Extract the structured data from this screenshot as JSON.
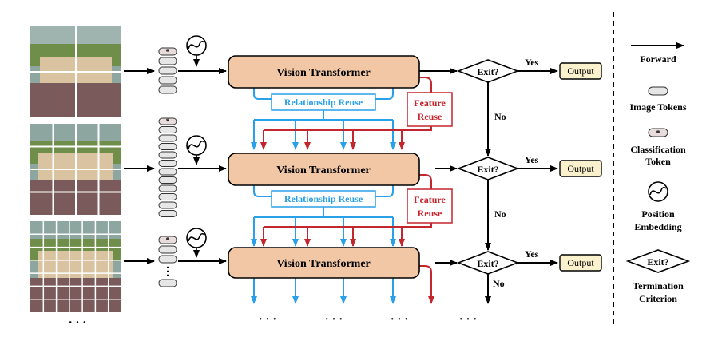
{
  "vit_label": "Vision Transformer",
  "exit_label": "Exit?",
  "yes_label": "Yes",
  "no_label": "No",
  "output_label": "Output",
  "relationship_reuse": "Relationship Reuse",
  "feature_reuse_line1": "Feature",
  "feature_reuse_line2": "Reuse",
  "ellipsis": "· · ·",
  "legend": {
    "forward": "Forward",
    "image_tokens": "Image Tokens",
    "classification_line1": "Classification",
    "classification_line2": "Token",
    "position_line1": "Position",
    "position_line2": "Embedding",
    "termination_line1": "Termination",
    "termination_line2": "Criterion",
    "exit": "Exit?"
  },
  "colors": {
    "vit_fill": "#F2C7A5",
    "output_fill": "#FBF1CC",
    "blue": "#29A0E8",
    "red": "#C4262E",
    "photo_sky": "#8EA6A0",
    "photo_lawn": "#6F8E4A",
    "photo_building": "#D9C3A0",
    "photo_crowd": "#7A5A5A"
  },
  "stages": [
    {
      "grid": 2,
      "tokens": 4
    },
    {
      "grid": 4,
      "tokens": 12
    },
    {
      "grid": 7,
      "tokens": 4
    }
  ]
}
